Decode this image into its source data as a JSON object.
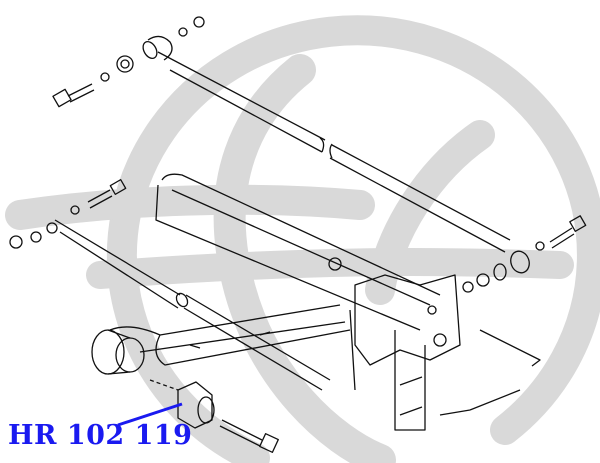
{
  "diagram": {
    "type": "exploded-parts-diagram",
    "subject": "rear suspension trailing arm assembly",
    "watermark": {
      "shape": "circle-with-H-logo",
      "color": "#d9d9d9"
    },
    "line_color": "#111111",
    "background": "#ffffff"
  },
  "label": {
    "part_number": "HR 102 119",
    "color": "#1a1af0",
    "pointer_target": "bushing"
  }
}
